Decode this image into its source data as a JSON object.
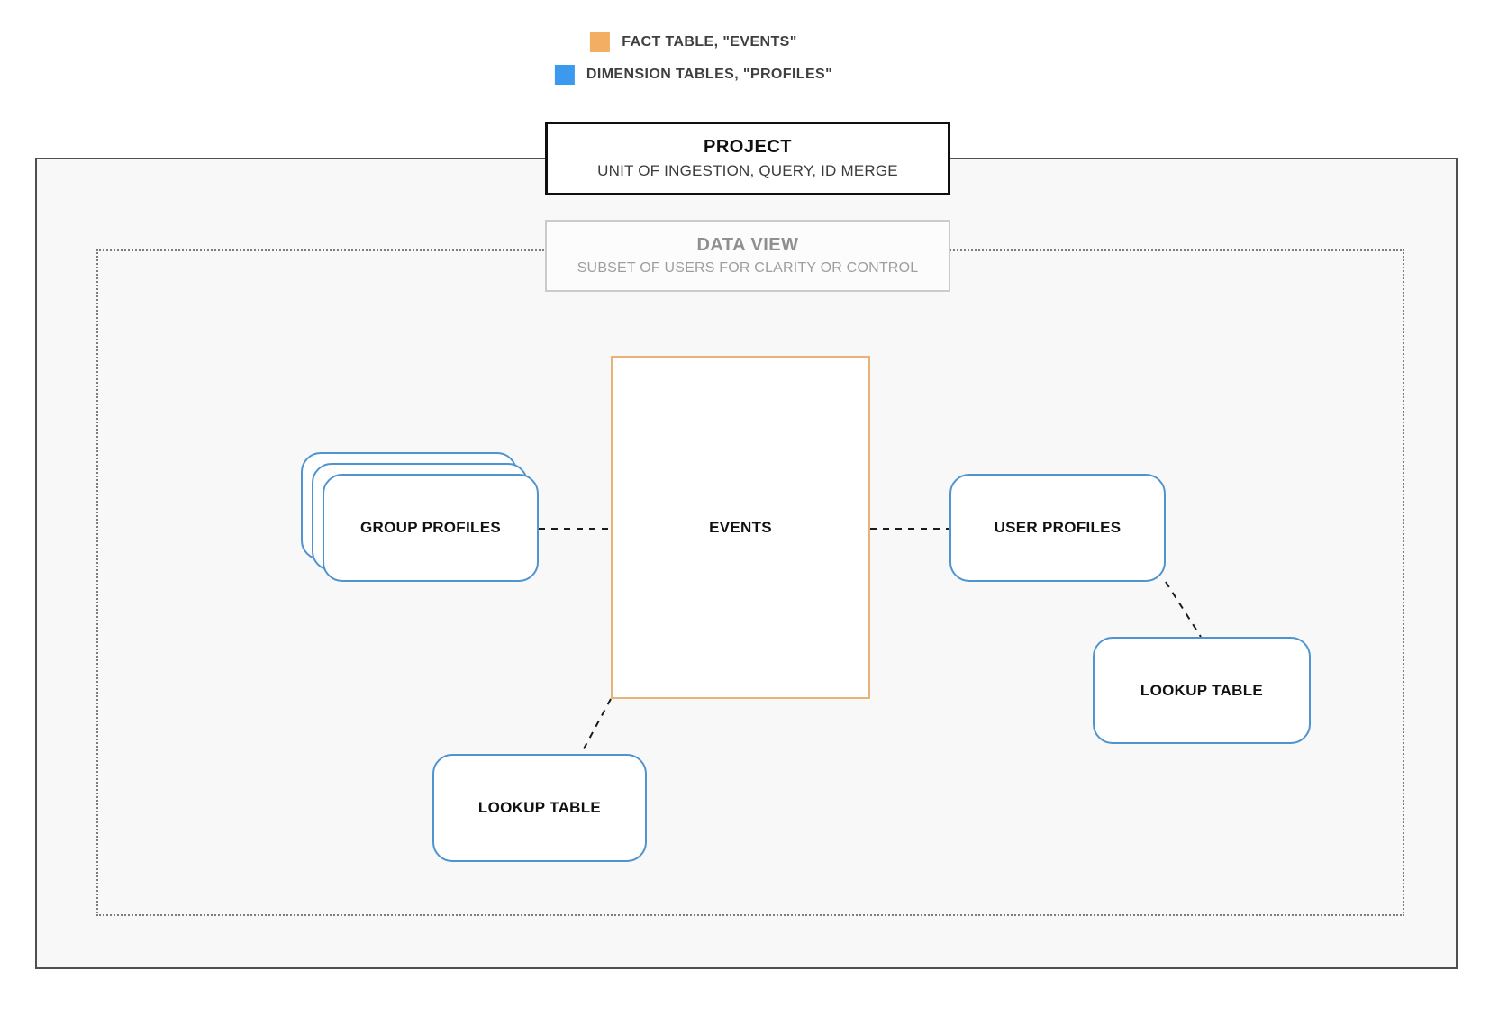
{
  "legend": {
    "items": [
      {
        "name": "fact-table-legend",
        "label": "FACT TABLE, \"EVENTS\"",
        "color": "#F3AE63"
      },
      {
        "name": "dimension-tables-legend",
        "label": "DIMENSION TABLES, \"PROFILES\"",
        "color": "#3B99EE"
      }
    ]
  },
  "project_box": {
    "title": "PROJECT",
    "subtitle": "UNIT OF INGESTION, QUERY, ID MERGE"
  },
  "data_view_box": {
    "title": "DATA VIEW",
    "subtitle": "SUBSET OF USERS FOR CLARITY OR CONTROL"
  },
  "nodes": {
    "group_profiles": {
      "label": "GROUP PROFILES"
    },
    "events": {
      "label": "EVENTS"
    },
    "user_profiles": {
      "label": "USER PROFILES"
    },
    "lookup_table_left": {
      "label": "LOOKUP TABLE"
    },
    "lookup_table_right": {
      "label": "LOOKUP TABLE"
    }
  },
  "colors": {
    "fact_orange": "#F3AE63",
    "events_border_orange": "#E7B377",
    "dimension_blue": "#3B99EE",
    "node_border_blue": "#4E94D0",
    "outer_border_gray": "#4F4F4F",
    "dotted_border_gray": "#7D7D7D",
    "connector_black": "#1B1B1B"
  }
}
